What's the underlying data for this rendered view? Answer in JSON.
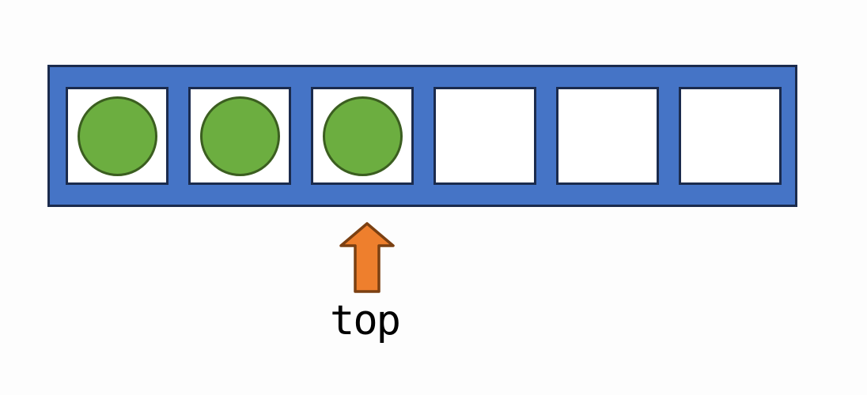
{
  "diagram": {
    "kind": "stack-array-diagram"
  },
  "stack": {
    "capacity": 6,
    "top_index": 2,
    "cells": [
      {
        "index": 0,
        "filled": true
      },
      {
        "index": 1,
        "filled": true
      },
      {
        "index": 2,
        "filled": true
      },
      {
        "index": 3,
        "filled": false
      },
      {
        "index": 4,
        "filled": false
      },
      {
        "index": 5,
        "filled": false
      }
    ]
  },
  "pointer": {
    "label": "top"
  },
  "colors": {
    "background": "#fdfdfd",
    "container_fill": "#4574C6",
    "container_border": "#1B2B4D",
    "cell_fill": "#ffffff",
    "cell_border": "#1B2B4D",
    "item_fill": "#6CAE40",
    "item_border": "#3B5E20",
    "arrow_fill": "#EE7F2D",
    "arrow_border": "#7B4012",
    "label_color": "#000000"
  }
}
